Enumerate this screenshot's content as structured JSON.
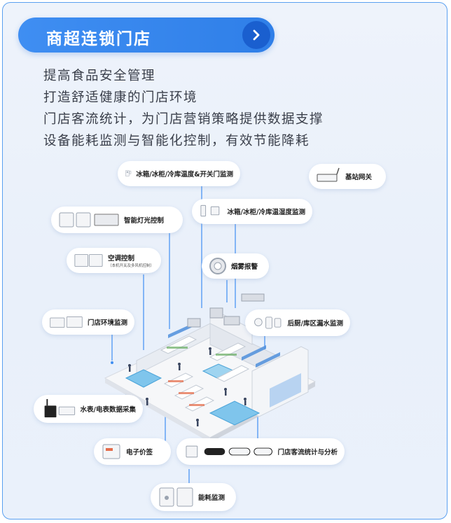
{
  "header": {
    "title": "商超连锁门店"
  },
  "bullets": [
    "提高食品安全管理",
    "打造舒适健康的门店环境",
    "门店客流统计，为门店营销策略提供数据支撑",
    "设备能耗监测与智能化控制，有效节能降耗"
  ],
  "labels": {
    "fridge_door": "冰箱/冰柜/冷库温度&开关门监测",
    "gateway": "基站网关",
    "fridge_temp": "冰箱/冰柜/冷库温湿度监测",
    "lighting": "智能灯光控制",
    "aircon": "空调控制",
    "aircon_sub": "（本机开关及多风机控制）",
    "smoke": "烟雾报警",
    "environment": "门店环境监测",
    "leak": "后厨/库区漏水监测",
    "meter": "水表/电表数据采集",
    "price_tag": "电子价签",
    "traffic": "门店客流统计与分析",
    "energy": "能耗监测"
  },
  "colors": {
    "accent": "#2f7fe8",
    "border": "#5aa0f0",
    "arrow_bg": "#1a5fcf",
    "background": "#eaf1fb"
  }
}
